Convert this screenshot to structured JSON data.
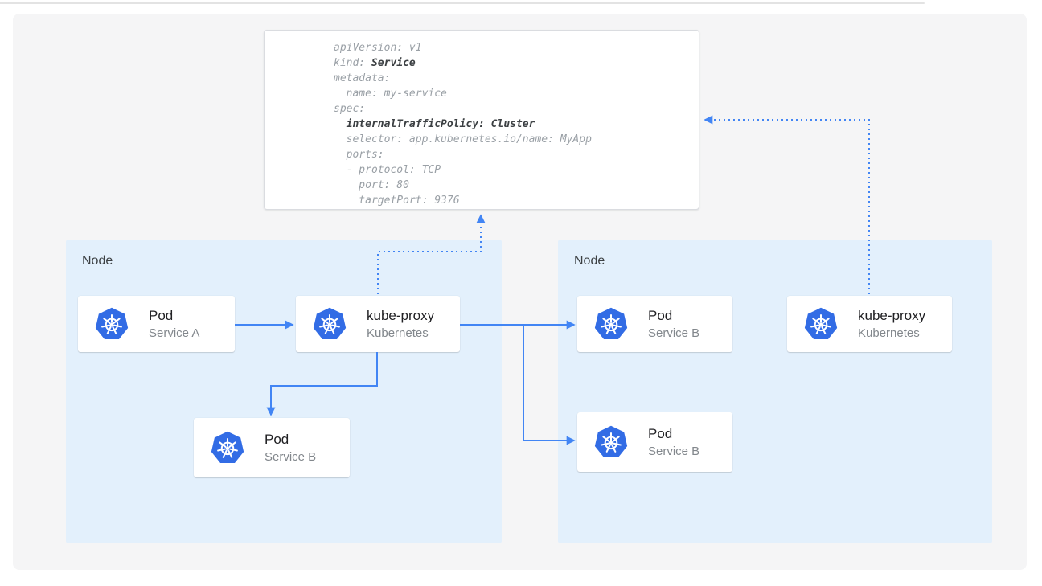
{
  "colors": {
    "page_bg": "#ffffff",
    "panel_bg": "#f5f5f6",
    "node_bg": "#e3f0fc",
    "card_bg": "#ffffff",
    "arrow_blue": "#4285f4",
    "k8s_blue": "#326ce5",
    "code_text": "#9aa0a6",
    "code_bold_text": "#3c4043",
    "title_text": "#212124",
    "subtitle_text": "#82878c",
    "node_label_text": "#3c4043"
  },
  "code_block": {
    "lines": [
      {
        "segments": [
          {
            "text": "apiVersion: v1",
            "bold": false
          }
        ]
      },
      {
        "segments": [
          {
            "text": "kind: ",
            "bold": false
          },
          {
            "text": "Service",
            "bold": true
          }
        ]
      },
      {
        "segments": [
          {
            "text": "metadata:",
            "bold": false
          }
        ]
      },
      {
        "segments": [
          {
            "text": "  name: my-service",
            "bold": false
          }
        ]
      },
      {
        "segments": [
          {
            "text": "spec:",
            "bold": false
          }
        ]
      },
      {
        "segments": [
          {
            "text": "  ",
            "bold": false
          },
          {
            "text": "internalTrafficPolicy: Cluster",
            "bold": true
          }
        ]
      },
      {
        "segments": [
          {
            "text": "  selector: app.kubernetes.io/name: MyApp",
            "bold": false
          }
        ]
      },
      {
        "segments": [
          {
            "text": "  ports:",
            "bold": false
          }
        ]
      },
      {
        "segments": [
          {
            "text": "  - protocol: TCP",
            "bold": false
          }
        ]
      },
      {
        "segments": [
          {
            "text": "    port: 80",
            "bold": false
          }
        ]
      },
      {
        "segments": [
          {
            "text": "    targetPort: 9376",
            "bold": false
          }
        ]
      }
    ]
  },
  "nodes": [
    {
      "label": "Node",
      "cards": [
        {
          "title": "Pod",
          "subtitle": "Service A",
          "icon": "kubernetes-wheel-icon"
        },
        {
          "title": "kube-proxy",
          "subtitle": "Kubernetes",
          "icon": "kubernetes-wheel-icon"
        },
        {
          "title": "Pod",
          "subtitle": "Service B",
          "icon": "kubernetes-wheel-icon"
        }
      ]
    },
    {
      "label": "Node",
      "cards": [
        {
          "title": "Pod",
          "subtitle": "Service B",
          "icon": "kubernetes-wheel-icon"
        },
        {
          "title": "Pod",
          "subtitle": "Service B",
          "icon": "kubernetes-wheel-icon"
        },
        {
          "title": "kube-proxy",
          "subtitle": "Kubernetes",
          "icon": "kubernetes-wheel-icon"
        }
      ]
    }
  ]
}
